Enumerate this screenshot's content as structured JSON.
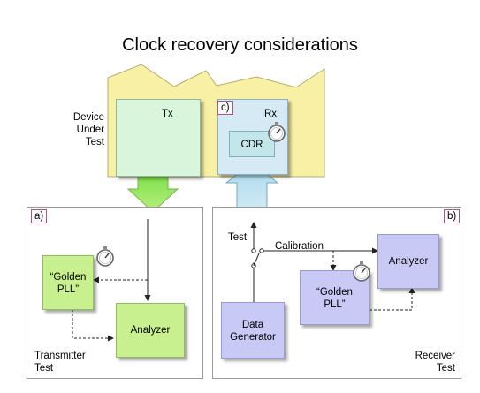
{
  "title": "Clock recovery considerations",
  "dut": {
    "label_lines": [
      "Device",
      "Under",
      "Test"
    ],
    "tx": "Tx",
    "rx": "Rx",
    "cdr": "CDR",
    "tag": "c)"
  },
  "transmitter": {
    "tag": "a)",
    "golden_pll": [
      "“Golden",
      "PLL”"
    ],
    "analyzer": "Analyzer",
    "label_lines": [
      "Transmitter",
      "Test"
    ]
  },
  "receiver": {
    "tag": "b)",
    "test": "Test",
    "calibration": "Calibration",
    "analyzer": "Analyzer",
    "golden_pll": [
      "“Golden",
      "PLL”"
    ],
    "data_generator": [
      "Data",
      "Generator"
    ],
    "label_lines": [
      "Receiver",
      "Test"
    ]
  },
  "colors": {
    "dut_background": "#f7f0a5",
    "tx_box": "#d9f5dc",
    "rx_box": "#d6eaf5",
    "green_block": "#c9f08f",
    "violet_block": "#c9c9f5",
    "tag_border": "#b0547f"
  },
  "icons": [
    "stopwatch-icon"
  ]
}
